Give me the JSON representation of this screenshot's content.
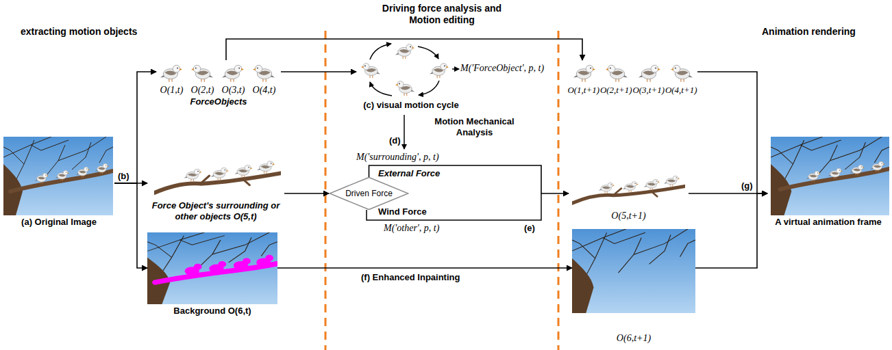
{
  "diagram": {
    "nodes": [
      {
        "text": [
          "(a) Original Image"
        ]
      },
      {
        "text": [
          "O(1,t)",
          "O(2,t)",
          "O(3,t)",
          "O(4,t)",
          "ForceObjects"
        ]
      },
      {
        "text": [
          "Force Object's surrounding or other objects O(5,t)"
        ]
      },
      {
        "text": [
          "Background O(6,t)"
        ]
      },
      {
        "text": [
          "(c) visual motion cycle"
        ]
      },
      {
        "text": [
          "Driven Force"
        ]
      },
      {
        "text": [
          "O(1,t+1)",
          "O(2,t+1)",
          "O(3,t+1)",
          "O(4,t+1)"
        ]
      },
      {
        "text": [
          "O(5,t+1)"
        ]
      },
      {
        "text": [
          "O(6,t+1)"
        ]
      },
      {
        "text": [
          "A virtual animation frame"
        ]
      }
    ],
    "edges": [
      {
        "from": 0,
        "to": 1,
        "arrow": "to"
      },
      {
        "from": 0,
        "to": 2,
        "label": "(b)",
        "arrow": "to"
      },
      {
        "from": 0,
        "to": 3,
        "arrow": "to"
      },
      {
        "from": 1,
        "to": 4,
        "arrow": "to"
      },
      {
        "from": 1,
        "to": 6,
        "arrow": "to"
      },
      {
        "from": 2,
        "to": 5,
        "arrow": "to"
      },
      {
        "from": 5,
        "to": 7,
        "arrow": "to"
      },
      {
        "from": 3,
        "to": 8,
        "label": "(f) Enhanced Inpainting",
        "arrow": "to"
      },
      {
        "from": 6,
        "to": 9,
        "arrow": "to"
      },
      {
        "from": 7,
        "to": 9,
        "label": "(g)",
        "arrow": "to"
      },
      {
        "from": 8,
        "to": 9,
        "arrow": "to"
      }
    ],
    "labels": [
      "extracting motion objects",
      "Driving force analysis and Motion editing",
      "Animation rendering",
      "M('ForceObject', p, t)",
      "Motion Mechanical Analysis",
      "(d)",
      "M('surrounding', p, t)",
      "External Force",
      "Wind Force",
      "M('other', p, t)",
      "(e)"
    ]
  }
}
